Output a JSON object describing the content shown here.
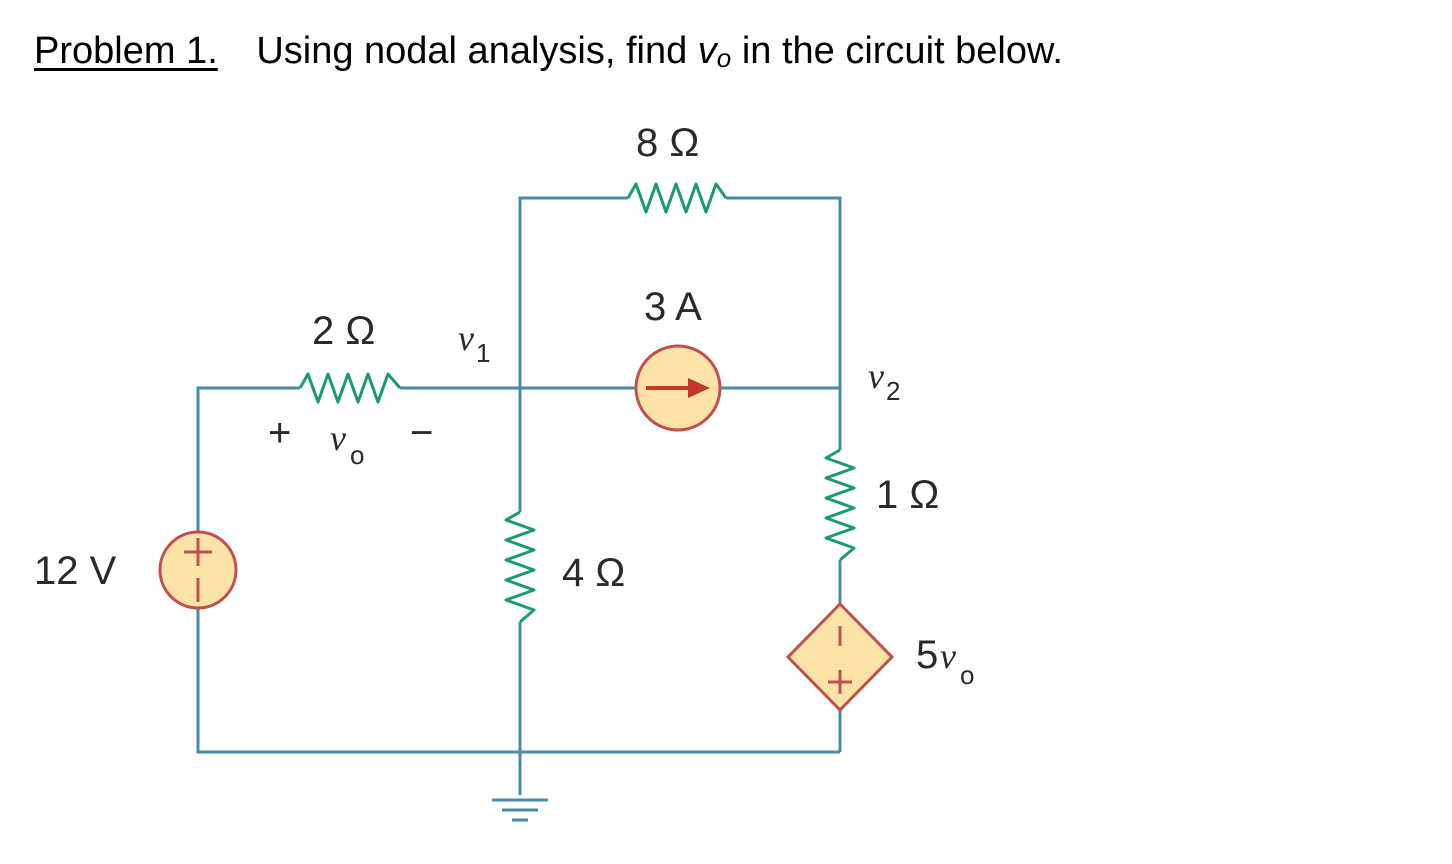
{
  "problem": {
    "label": "Problem 1.",
    "text_before": "Using nodal analysis, find ",
    "var": "v",
    "var_sub": "o",
    "text_after": " in the circuit below."
  },
  "circuit": {
    "r8": "8 Ω",
    "i3": "3 A",
    "r2": "2 Ω",
    "v1": "v",
    "v1_sub": "1",
    "v2": "v",
    "v2_sub": "2",
    "vo_plus": "+",
    "vo": "v",
    "vo_sub": "o",
    "vo_minus": "−",
    "r1": "1 Ω",
    "vs": "12 V",
    "r4": "4 Ω",
    "dep_coef": "5",
    "dep_var": "v",
    "dep_sub": "o"
  },
  "colors": {
    "wire": "#4a8aaa",
    "resistor": "#1a9a6e",
    "source_fill": "#fbe3a8",
    "source_stroke": "#c0504d",
    "arrow": "#c0392b"
  }
}
